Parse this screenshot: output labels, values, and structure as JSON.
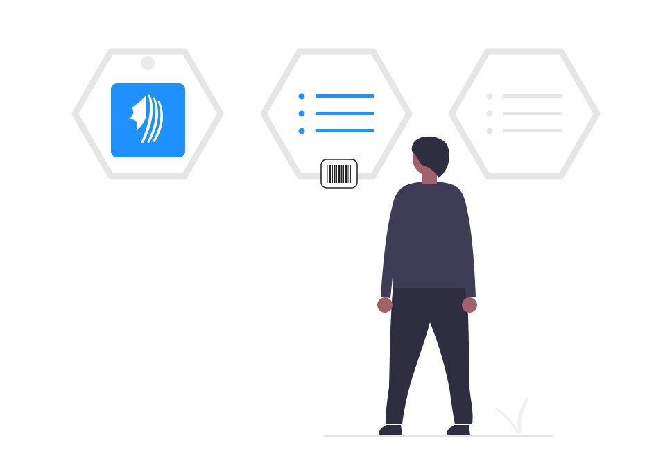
{
  "colors": {
    "accent": "#1e90ff",
    "hexagon_stroke": "#e6e6e6",
    "placeholder_line": "#e6e6e6",
    "shirt": "#3f3d56",
    "pants": "#2f2e41",
    "skin": "#a0616a",
    "hair": "#2f2e41",
    "ground": "#d9d9d9"
  },
  "illustration": {
    "hexagons": [
      {
        "content": "app-logo"
      },
      {
        "content": "list-active"
      },
      {
        "content": "list-placeholder"
      }
    ],
    "list_rows": 3,
    "barcode_icon": "barcode-icon",
    "logo_icon": "book-pages-icon",
    "figure": "standing-person"
  }
}
